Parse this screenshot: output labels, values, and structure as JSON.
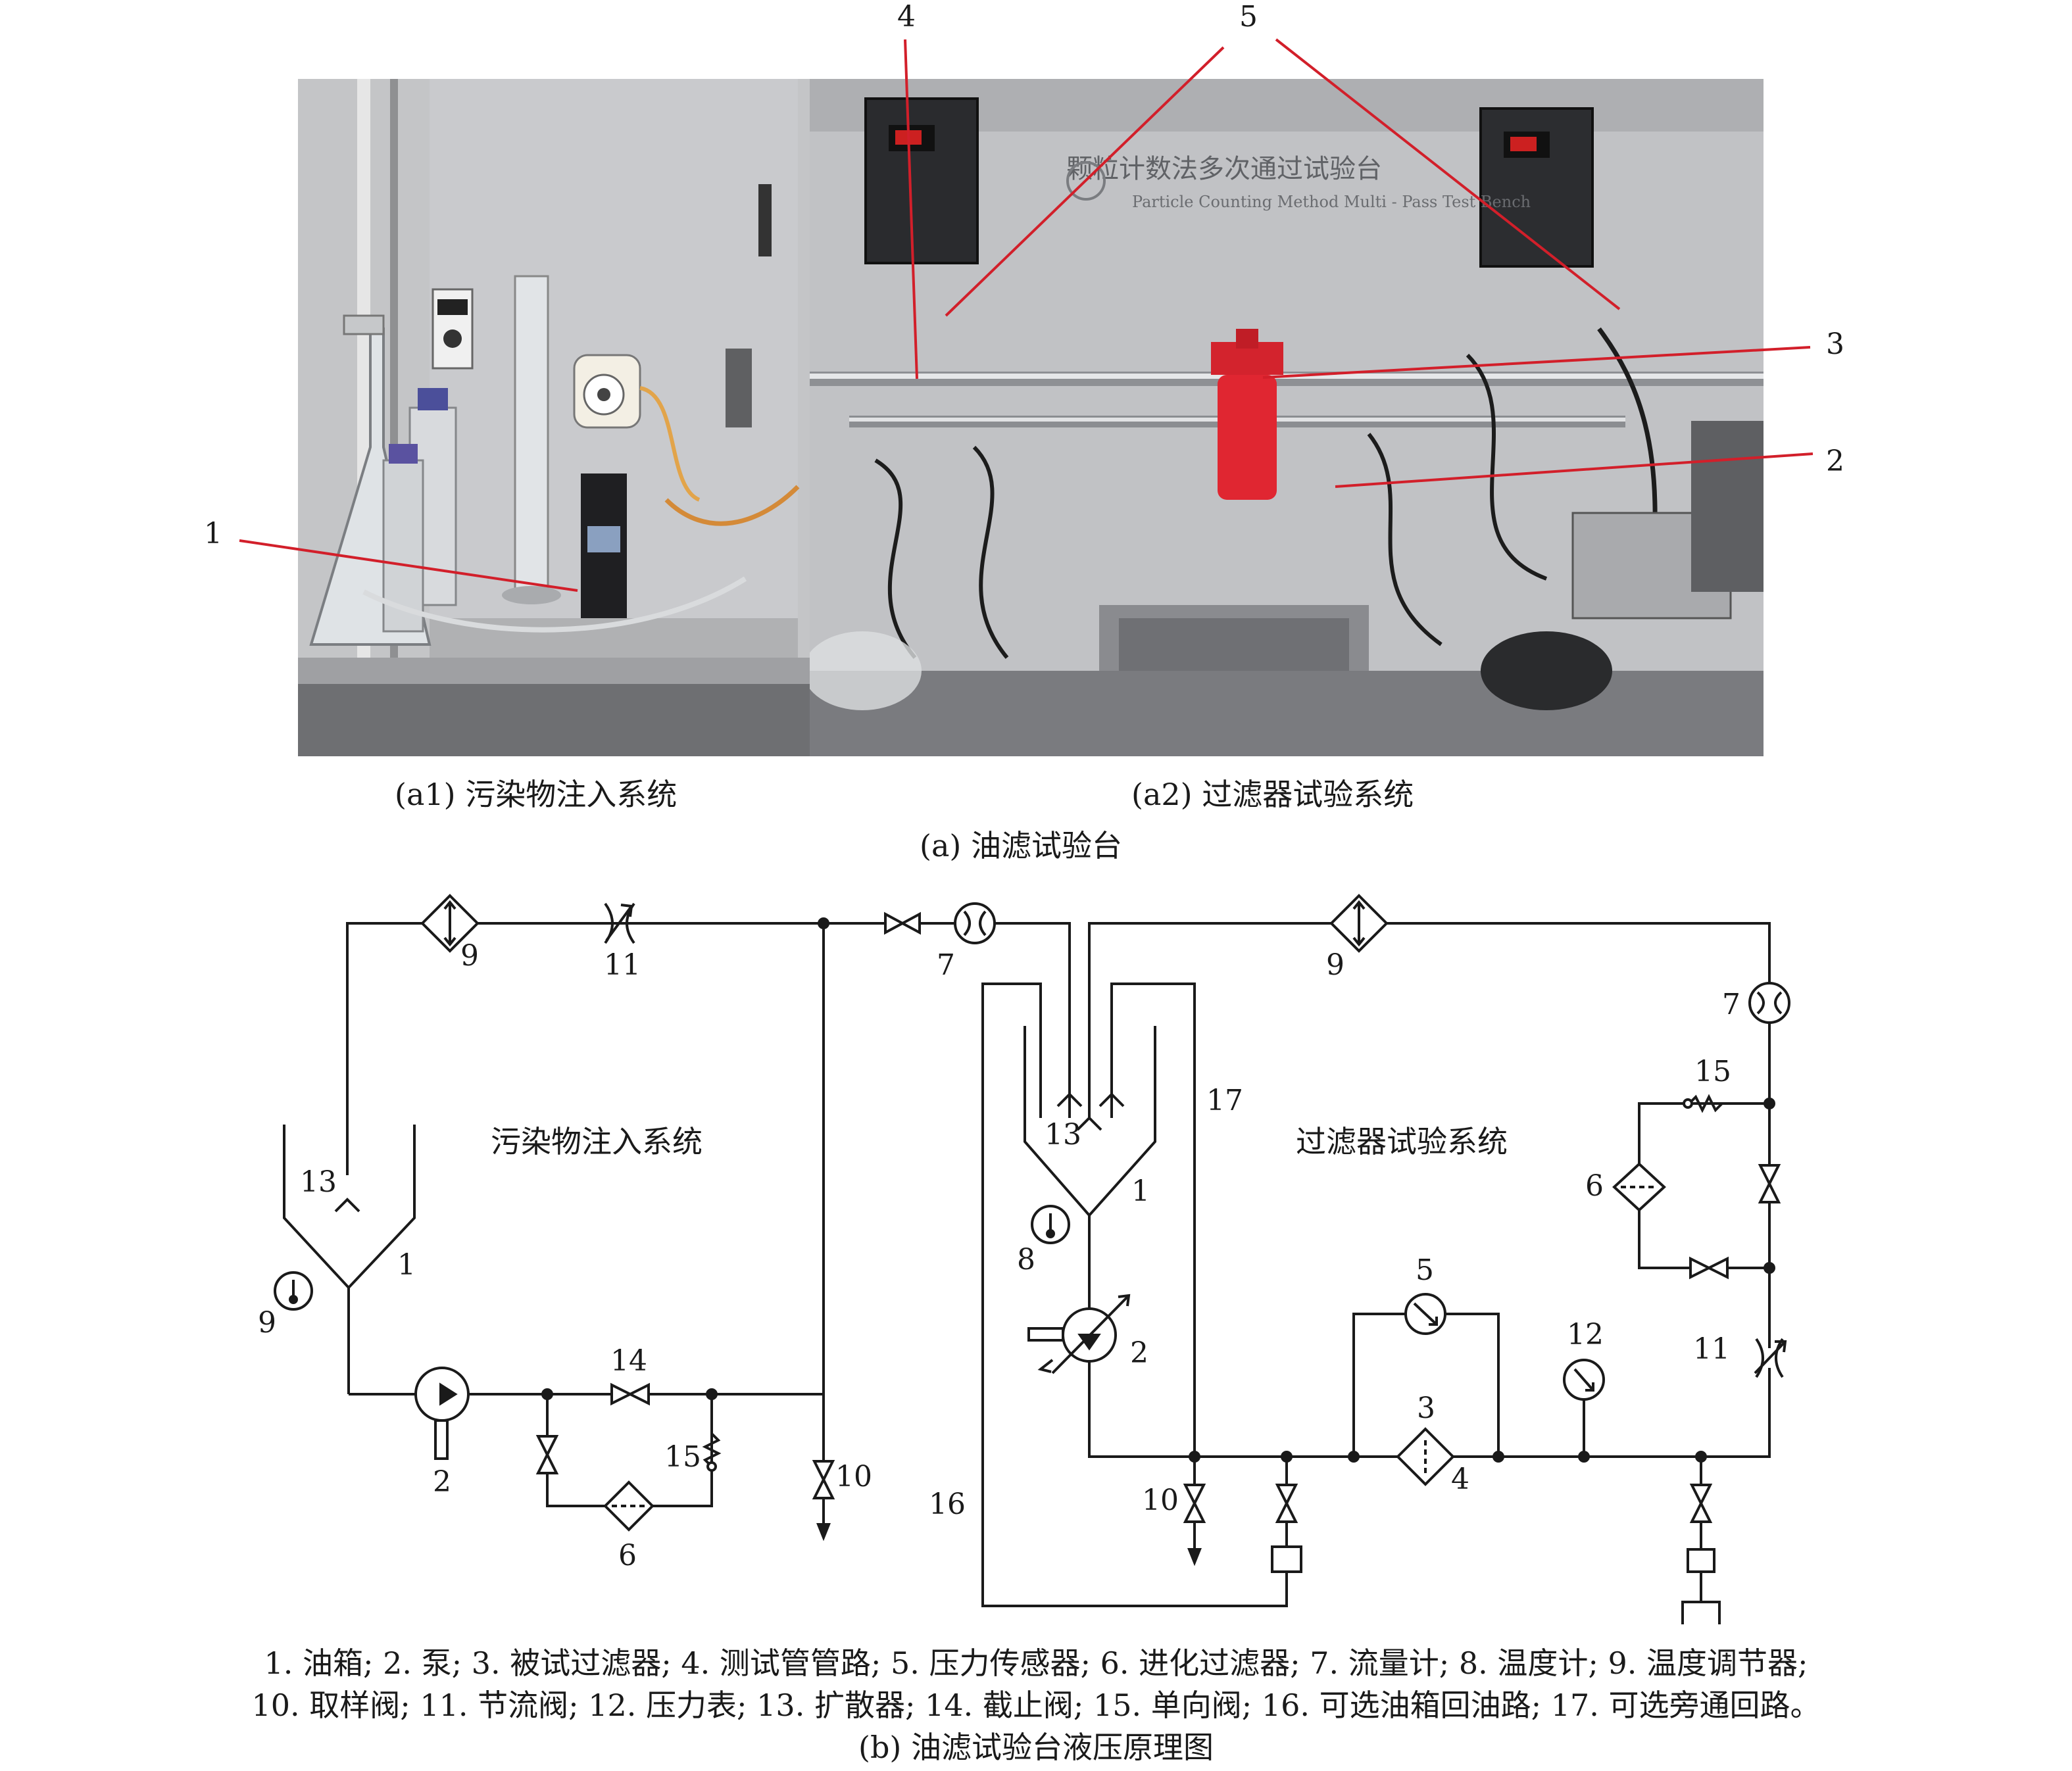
{
  "photos": {
    "a1_caption": "(a1) 污染物注入系统",
    "a2_caption": "(a2) 过滤器试验系统",
    "a_caption": "(a) 油滤试验台",
    "bench_sign_cn": "颗粒计数法多次通过试验台",
    "bench_sign_en": "Particle Counting Method Multi - Pass Test Bench",
    "callouts": [
      "1",
      "2",
      "3",
      "4",
      "5"
    ]
  },
  "schematic": {
    "left_system_label": "污染物注入系统",
    "right_system_label": "过滤器试验系统",
    "labels": {
      "l9a": "9",
      "l11a": "11",
      "l13a": "13",
      "l1a": "1",
      "l9b": "9",
      "l2a": "2",
      "l14": "14",
      "l15a": "15",
      "l6a": "6",
      "l10a": "10",
      "l7a": "7",
      "l9c": "9",
      "l7b": "7",
      "l15b": "15",
      "l6b": "6",
      "l17": "17",
      "l13b": "13",
      "l1b": "1",
      "l8": "8",
      "l2b": "2",
      "l5": "5",
      "l12": "12",
      "l3": "3",
      "l4": "4",
      "l11b": "11",
      "l10b": "10",
      "l16": "16"
    }
  },
  "legend": {
    "line1": "1. 油箱; 2. 泵; 3. 被试过滤器; 4. 测试管管路; 5. 压力传感器; 6. 进化过滤器; 7. 流量计; 8. 温度计; 9. 温度调节器;",
    "line2": "10. 取样阀; 11. 节流阀; 12. 压力表; 13. 扩散器; 14. 截止阀; 15. 单向阀; 16. 可选油箱回油路; 17. 可选旁通回路。",
    "caption": "(b) 油滤试验台液压原理图"
  }
}
